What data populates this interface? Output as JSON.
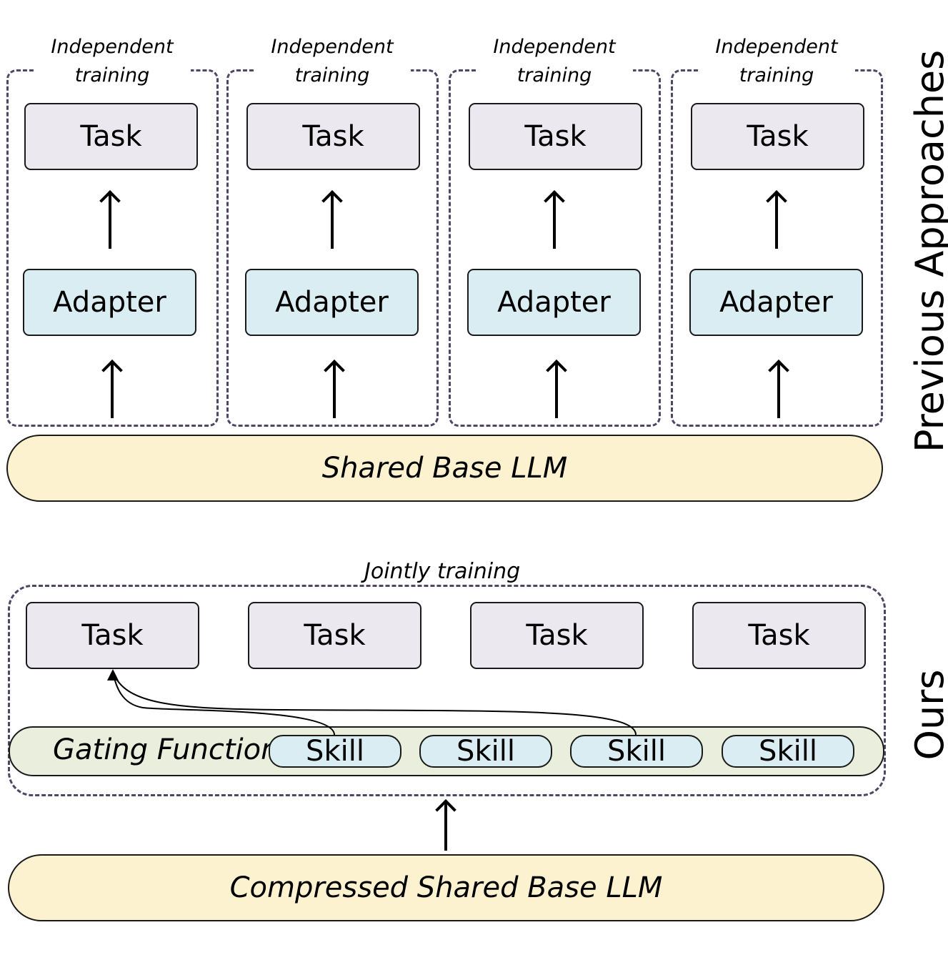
{
  "previous": {
    "side_label": "Previous Approaches",
    "columns": [
      {
        "caption_line1": "Independent",
        "caption_line2": "training",
        "task": "Task",
        "adapter": "Adapter"
      },
      {
        "caption_line1": "Independent",
        "caption_line2": "training",
        "task": "Task",
        "adapter": "Adapter"
      },
      {
        "caption_line1": "Independent",
        "caption_line2": "training",
        "task": "Task",
        "adapter": "Adapter"
      },
      {
        "caption_line1": "Independent",
        "caption_line2": "training",
        "task": "Task",
        "adapter": "Adapter"
      }
    ],
    "base": "Shared Base LLM"
  },
  "ours": {
    "side_label": "Ours",
    "group_label": "Jointly training",
    "tasks": [
      "Task",
      "Task",
      "Task",
      "Task"
    ],
    "gating_label": "Gating Function",
    "skills": [
      "Skill",
      "Skill",
      "Skill",
      "Skill"
    ],
    "base": "Compressed Shared Base LLM"
  },
  "colors": {
    "task_fill": "#ebe8f0",
    "adapter_fill": "#daedf3",
    "skill_fill": "#daedf3",
    "llm_fill": "#fdf2d0",
    "gating_fill": "#e9eedd",
    "dash_stroke": "#4f4565"
  }
}
